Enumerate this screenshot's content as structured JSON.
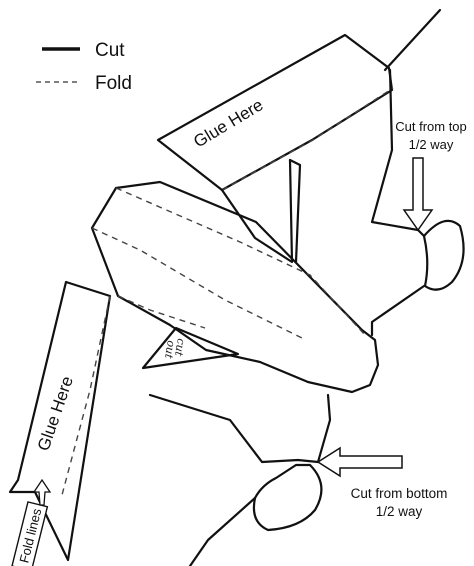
{
  "legend": {
    "cut_label": "Cut",
    "fold_label": "Fold"
  },
  "labels": {
    "glue_top": "Glue Here",
    "glue_left": "Glue Here",
    "cut_top_line1": "Cut from top",
    "cut_top_line2": "1/2 way",
    "cut_bottom_line1": "Cut from bottom",
    "cut_bottom_line2": "1/2 way",
    "fold_lines": "Fold lines",
    "cut_out_line1": "cut",
    "cut_out_line2": "out"
  },
  "colors": {
    "ink": "#111111",
    "paper": "#ffffff"
  },
  "icons": [
    "down-arrow-icon",
    "left-arrow-icon",
    "up-arrow-icon"
  ]
}
